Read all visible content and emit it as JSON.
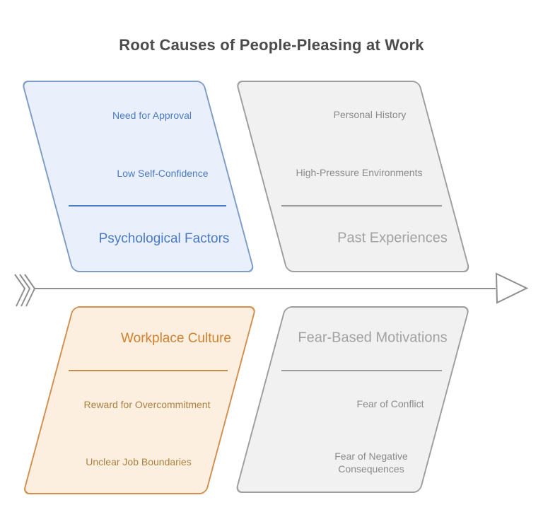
{
  "title": "Root Causes of People-Pleasing at Work",
  "quadrants": [
    {
      "title": "Psychological Factors",
      "items": [
        "Need for Approval",
        "Low Self-Confidence"
      ],
      "fill_color": "#eaf0fb",
      "border_color": "#7d9cc8",
      "title_color": "#4a79c6",
      "item_color": "#4b7ac1",
      "position": "top-left"
    },
    {
      "title": "Past Experiences",
      "items": [
        "Personal History",
        "High-Pressure Environments"
      ],
      "fill_color": "#f1f1f2",
      "border_color": "#9e9e9e",
      "title_color": "#a2a2a2",
      "item_color": "#8a8a8a",
      "position": "top-right"
    },
    {
      "title": "Workplace Culture",
      "items": [
        "Reward for Overcommitment",
        "Unclear Job Boundaries"
      ],
      "fill_color": "#fcefe0",
      "border_color": "#d29050",
      "title_color": "#d0802f",
      "item_color": "#ad8040",
      "position": "bottom-left"
    },
    {
      "title": "Fear-Based Motivations",
      "items": [
        "Fear of Conflict",
        "Fear of Negative Consequences"
      ],
      "fill_color": "#f1f1f2",
      "border_color": "#9e9e9e",
      "title_color": "#a2a2a2",
      "item_color": "#8a8a8a",
      "position": "bottom-right"
    }
  ],
  "spine": {
    "color": "#8f8f8f",
    "direction": "left-to-right",
    "tail_marks": 3
  }
}
